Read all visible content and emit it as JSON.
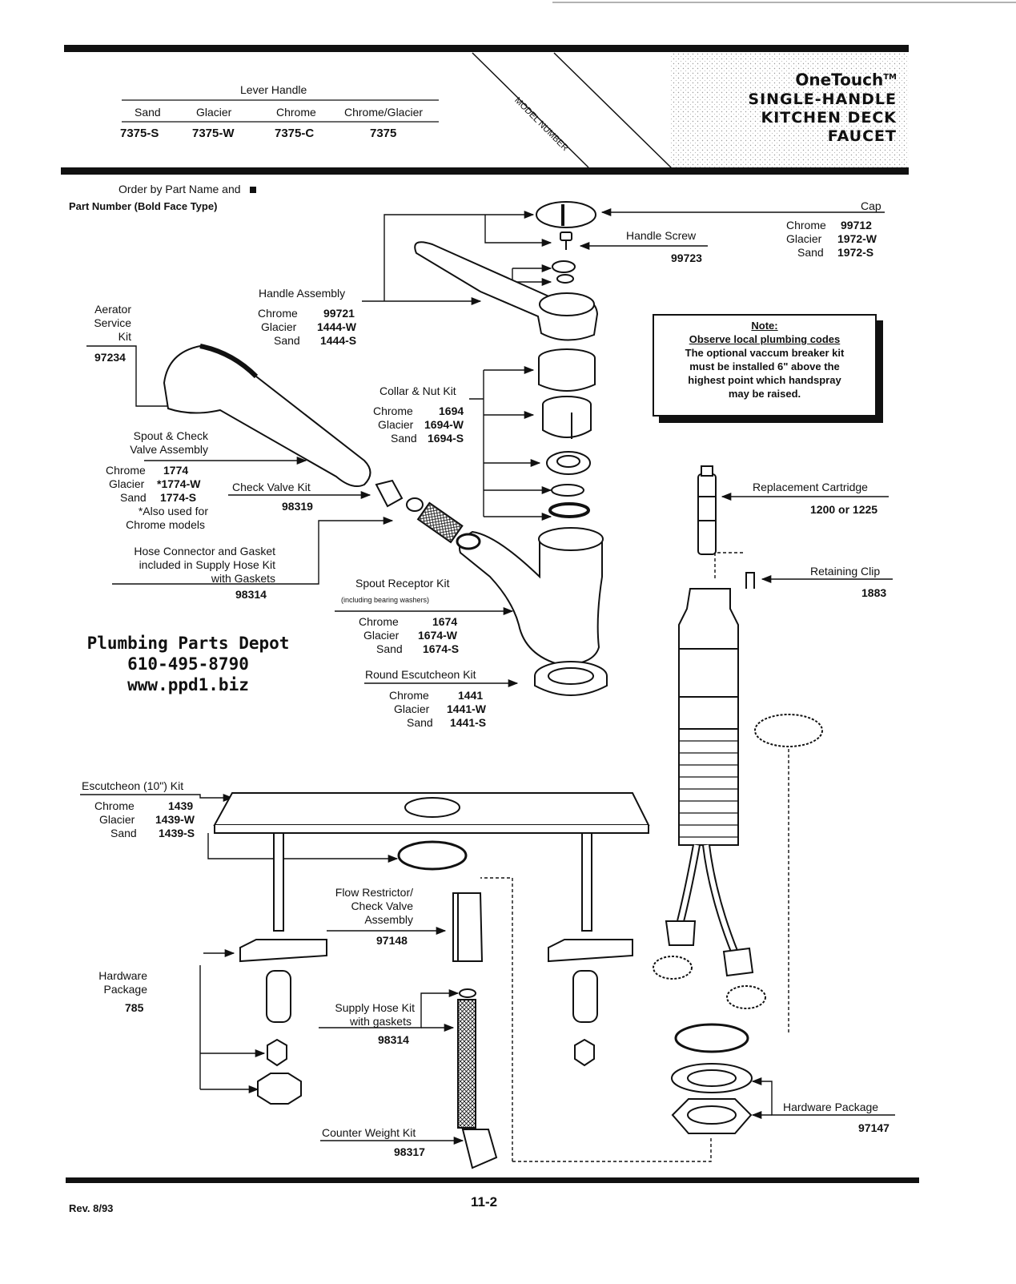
{
  "header": {
    "brand": "OneTouch",
    "tm": "TM",
    "title_lines": [
      "SINGLE-HANDLE",
      "KITCHEN DECK",
      "FAUCET"
    ],
    "model_number_label": "MODEL NUMBER",
    "model_table": {
      "caption": "Lever Handle",
      "columns": [
        "Chrome/Glacier",
        "Chrome",
        "Glacier",
        "Sand"
      ],
      "values": [
        "7375",
        "7375-C",
        "7375-W",
        "7375-S"
      ]
    }
  },
  "order_note": {
    "line1": "Order by Part Name and",
    "line2": "Part Number (Bold Face Type)"
  },
  "note_box": {
    "title": "Note:",
    "line1": "Observe local plumbing codes",
    "line2": "The optional vaccum breaker kit",
    "line3": "must be installed 6\" above the",
    "line4": "highest point which handspray",
    "line5": "may be raised."
  },
  "parts": {
    "cap": {
      "name": "Cap",
      "rows": [
        [
          "99712",
          "Chrome"
        ],
        [
          "1972-W",
          "Glacier"
        ],
        [
          "1972-S",
          "Sand"
        ]
      ]
    },
    "handle_screw": {
      "name": "Handle Screw",
      "number": "99723"
    },
    "handle_assembly": {
      "name": "Handle Assembly",
      "rows": [
        [
          "99721",
          "Chrome"
        ],
        [
          "1444-W",
          "Glacier"
        ],
        [
          "1444-S",
          "Sand"
        ]
      ]
    },
    "aerator": {
      "name_lines": [
        "Aerator",
        "Service",
        "Kit"
      ],
      "number": "97234"
    },
    "collar_nut": {
      "name": "Collar & Nut Kit",
      "rows": [
        [
          "1694",
          "Chrome"
        ],
        [
          "1694-W",
          "Glacier"
        ],
        [
          "1694-S",
          "Sand"
        ]
      ]
    },
    "spout_check": {
      "name_lines": [
        "Spout & Check",
        "Valve Assembly"
      ],
      "rows": [
        [
          "1774",
          "Chrome"
        ],
        [
          "*1774-W",
          "Glacier"
        ],
        [
          "1774-S",
          "Sand"
        ]
      ],
      "note_lines": [
        "*Also used for",
        "Chrome models"
      ]
    },
    "check_valve": {
      "name": "Check Valve Kit",
      "number": "98319"
    },
    "hose_connector": {
      "name_lines": [
        "Hose Connector and Gasket",
        "included in Supply Hose Kit",
        "with Gaskets"
      ],
      "number": "98314"
    },
    "spout_receptor": {
      "name": "Spout Receptor Kit",
      "sub": "(including bearing washers)",
      "rows": [
        [
          "1674",
          "Chrome"
        ],
        [
          "1674-W",
          "Glacier"
        ],
        [
          "1674-S",
          "Sand"
        ]
      ]
    },
    "round_escutcheon": {
      "name": "Round Escutcheon Kit",
      "rows": [
        [
          "1441",
          "Chrome"
        ],
        [
          "1441-W",
          "Glacier"
        ],
        [
          "1441-S",
          "Sand"
        ]
      ]
    },
    "replacement_cartridge": {
      "name": "Replacement Cartridge",
      "number": "1200 or 1225"
    },
    "retaining_clip": {
      "name": "Retaining Clip",
      "number": "1883"
    },
    "escutcheon_10": {
      "name": "Escutcheon (10\") Kit",
      "rows": [
        [
          "1439",
          "Chrome"
        ],
        [
          "1439-W",
          "Glacier"
        ],
        [
          "1439-S",
          "Sand"
        ]
      ]
    },
    "flow_restrictor": {
      "name_lines": [
        "Flow Restrictor/",
        "Check Valve",
        "Assembly"
      ],
      "number": "97148"
    },
    "hardware_left": {
      "name_lines": [
        "Hardware",
        "Package"
      ],
      "number": "785"
    },
    "supply_hose": {
      "name_lines": [
        "Supply Hose Kit",
        "with gaskets"
      ],
      "number": "98314"
    },
    "counter_weight": {
      "name": "Counter Weight Kit",
      "number": "98317"
    },
    "hardware_right": {
      "name": "Hardware Package",
      "number": "97147"
    }
  },
  "dealer": {
    "name": "Plumbing Parts Depot",
    "phone": "610-495-8790",
    "web": "www.ppd1.biz"
  },
  "footer": {
    "page": "11-2",
    "rev": "Rev. 8/93"
  }
}
